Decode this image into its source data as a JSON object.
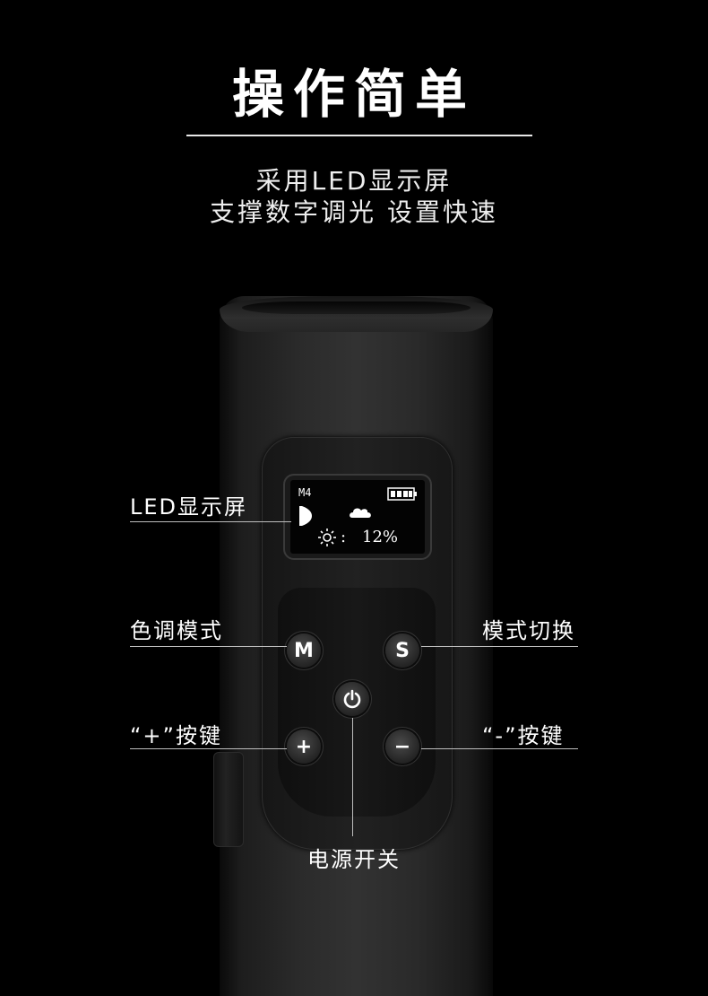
{
  "header": {
    "title": "操作简单",
    "subtitle_line1": "采用LED显示屏",
    "subtitle_line2": "支撑数字调光 设置快速"
  },
  "screen": {
    "mode": "M4",
    "brightness": "12%",
    "colon": ":",
    "icons": [
      "battery-icon",
      "play-triangle-icon",
      "cloud-icon",
      "sun-icon"
    ]
  },
  "buttons": {
    "m": "M",
    "s": "S",
    "plus": "+",
    "minus": "−"
  },
  "labels": {
    "led_display": "LED显示屏",
    "tone_mode": "色调模式",
    "mode_switch": "模式切换",
    "plus_key": "“+”按键",
    "minus_key": "“-”按键",
    "power": "电源开关"
  },
  "colors": {
    "background": "#000000",
    "text": "#ffffff"
  }
}
